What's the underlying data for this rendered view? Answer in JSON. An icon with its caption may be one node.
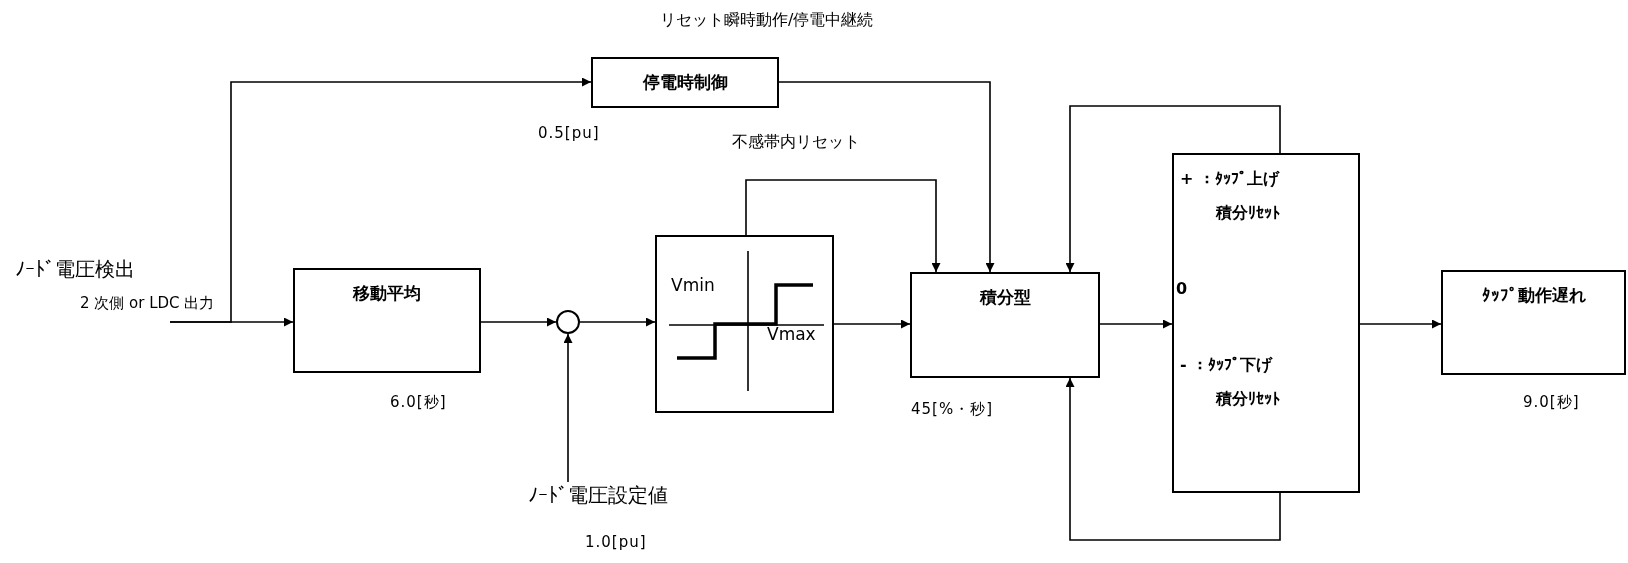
{
  "diagram": {
    "title": "リセット瞬時動作/停電中継続",
    "nodes": [
      {
        "text": [
          "ﾉｰﾄﾞ電圧検出",
          "2 次側 or LDC 出力"
        ]
      },
      {
        "text": [
          "移動平均"
        ],
        "beside": [
          "6.0[秒]"
        ]
      },
      {
        "text": [
          "停電時制御"
        ],
        "beside": [
          "0.5[pu]"
        ]
      },
      {
        "text": [],
        "shape": "circle"
      },
      {
        "text": [
          "ﾉｰﾄﾞ電圧設定値"
        ],
        "beside": [
          "1.0[pu]"
        ]
      },
      {
        "text": [
          "Vmin",
          "Vmax"
        ]
      },
      {
        "text": [
          "積分型"
        ],
        "beside": [
          "45[%・秒]"
        ]
      },
      {
        "text": [
          "+ ：ﾀｯﾌﾟ上げ",
          "積分ﾘｾｯﾄ",
          "0",
          "- ：ﾀｯﾌﾟ下げ",
          "積分ﾘｾｯﾄ"
        ]
      },
      {
        "text": [
          "ﾀｯﾌﾟ動作遅れ"
        ],
        "beside": [
          "9.0[秒]"
        ]
      }
    ],
    "edges": [
      {
        "from": 0,
        "to": 1,
        "arrow": "to"
      },
      {
        "from": 0,
        "to": 2,
        "arrow": "to"
      },
      {
        "from": 1,
        "to": 3,
        "arrow": "to"
      },
      {
        "from": 4,
        "to": 3,
        "arrow": "to"
      },
      {
        "from": 3,
        "to": 5,
        "arrow": "to"
      },
      {
        "from": 5,
        "to": 6,
        "arrow": "to"
      },
      {
        "from": 5,
        "to": 6,
        "arrow": "to",
        "label": "不感帯内リセット"
      },
      {
        "from": 2,
        "to": 6,
        "arrow": "to"
      },
      {
        "from": 6,
        "to": 7,
        "arrow": "to"
      },
      {
        "from": 7,
        "to": 6,
        "arrow": "to"
      },
      {
        "from": 7,
        "to": 6,
        "arrow": "to"
      },
      {
        "from": 7,
        "to": 8,
        "arrow": "to"
      }
    ]
  }
}
